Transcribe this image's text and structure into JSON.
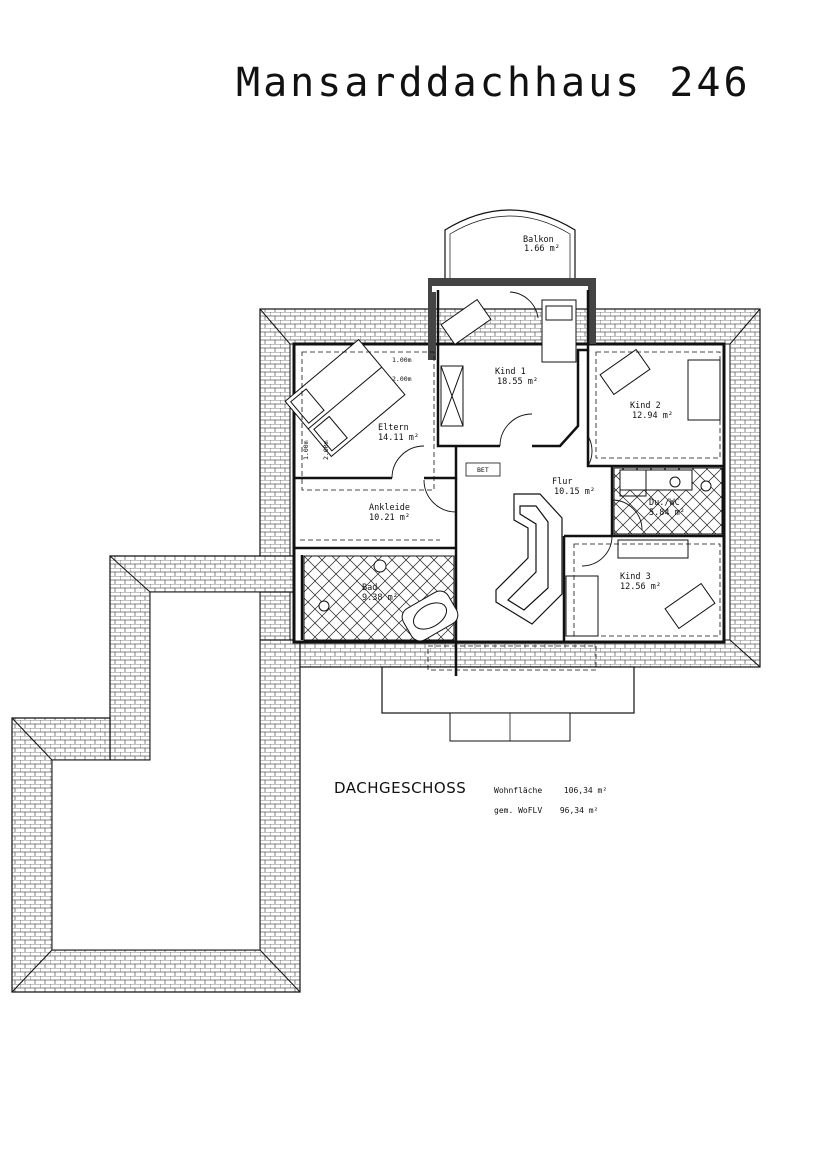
{
  "title": "Mansarddachhaus 246",
  "floor_label": "DACHGESCHOSS",
  "areas": {
    "wohnflaeche_label": "Wohnfläche",
    "wohnflaeche_value": "106,34 m²",
    "wofl_label": "gem. WoFLV",
    "wofl_value": "96,34 m²"
  },
  "rooms": {
    "balkon": {
      "name": "Balkon",
      "area": "1.66 m²"
    },
    "kind1": {
      "name": "Kind 1",
      "area": "18.55 m²"
    },
    "kind2": {
      "name": "Kind 2",
      "area": "12.94 m²"
    },
    "eltern": {
      "name": "Eltern",
      "area": "14.11 m²"
    },
    "flur": {
      "name": "Flur",
      "area": "10.15 m²"
    },
    "ankleide": {
      "name": "Ankleide",
      "area": "10.21 m²"
    },
    "dusch": {
      "name": "Du./WC",
      "area": "5.84 m²"
    },
    "bad": {
      "name": "Bad",
      "area": "9.38 m²"
    },
    "kind3": {
      "name": "Kind 3",
      "area": "12.56 m²"
    }
  },
  "labels": {
    "bet": "BET",
    "dim1": "1.00m",
    "dim2": "2.00m",
    "dim3": "1.00m",
    "dim4": "2.00m"
  }
}
